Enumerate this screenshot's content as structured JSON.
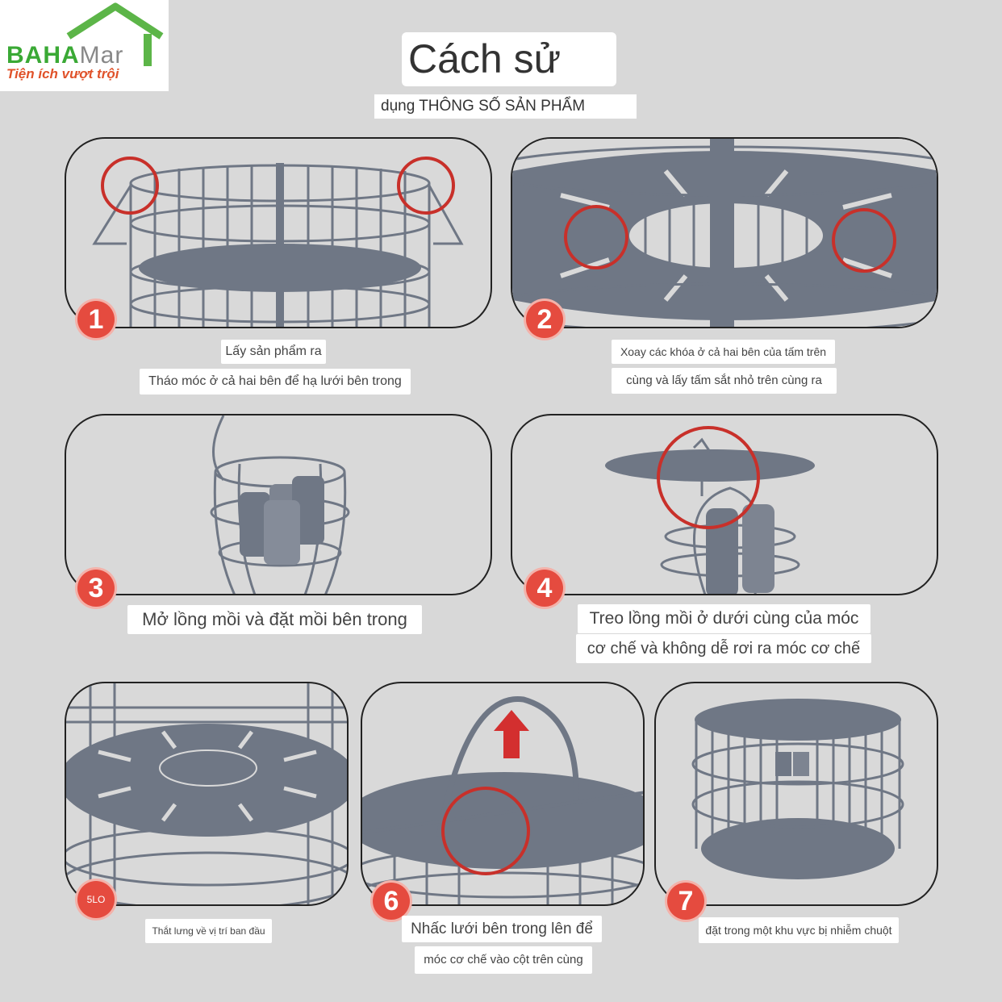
{
  "logo": {
    "brand_main": "BAHA",
    "brand_tail": "Mar",
    "slogan": "Tiện ích vượt trội"
  },
  "title": "Cách sử",
  "subtitle": "dụng THÔNG SỐ SẢN PHẨM",
  "steps": [
    {
      "badge": "1",
      "captions": [
        "Lấy sản phẩm ra",
        "Tháo móc ở cả hai bên để hạ lưới bên trong"
      ]
    },
    {
      "badge": "2",
      "captions": [
        "Xoay các khóa ở cả hai bên của tấm trên",
        "cùng và lấy tấm sắt nhỏ trên cùng ra"
      ]
    },
    {
      "badge": "3",
      "captions": [
        "Mở lồng mồi và đặt mồi bên trong"
      ]
    },
    {
      "badge": "4",
      "captions": [
        "Treo lồng mồi ở dưới cùng của móc",
        "cơ chế và không dễ rơi ra móc cơ chế"
      ]
    },
    {
      "badge": "5LO",
      "captions": [
        "Thắt lưng về vị trí ban đầu"
      ]
    },
    {
      "badge": "6",
      "captions": [
        "Nhấc lưới bên trong lên để",
        "móc cơ chế vào cột trên cùng"
      ]
    },
    {
      "badge": "7",
      "captions": [
        "đặt trong một khu vực bị nhiễm chuột"
      ]
    }
  ],
  "colors": {
    "badge": "#e54b3f",
    "highlight_circle": "#c8302a",
    "cage": "#6f7785",
    "arrow": "#d32f2f",
    "background": "#d8d8d8"
  },
  "icons": [
    "house-roof-icon",
    "up-arrow-icon",
    "highlight-circle-icon"
  ]
}
